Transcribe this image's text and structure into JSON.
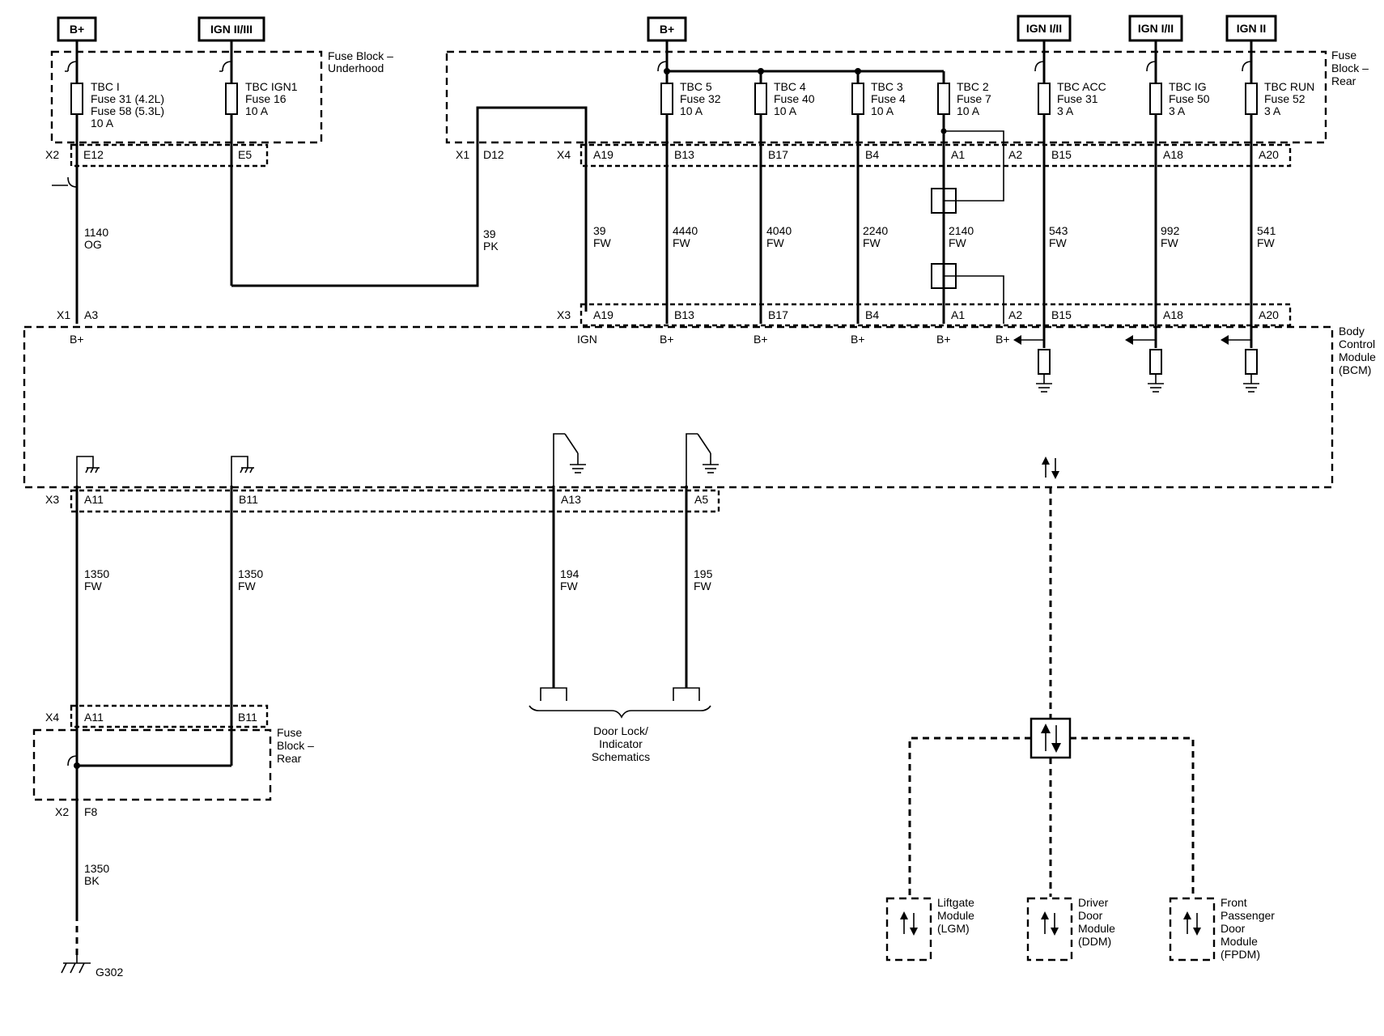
{
  "power_sources": [
    {
      "id": "bplus-left",
      "label": "B+"
    },
    {
      "id": "ign-2-3",
      "label": "IGN II/III"
    },
    {
      "id": "bplus-mid",
      "label": "B+"
    },
    {
      "id": "ign-1-2-acc",
      "label": "IGN I/II"
    },
    {
      "id": "ign-1-2-ig",
      "label": "IGN I/II"
    },
    {
      "id": "ign-2-run",
      "label": "IGN II"
    }
  ],
  "blocks": {
    "fuse_underhood": [
      "Fuse Block –",
      "Underhood"
    ],
    "fuse_rear_top": [
      "Fuse",
      "Block –",
      "Rear"
    ],
    "bcm": [
      "Body",
      "Control",
      "Module",
      "(BCM)"
    ],
    "fuse_rear_bottom": [
      "Fuse",
      "Block –",
      "Rear"
    ]
  },
  "fuses": [
    {
      "lines": [
        "TBC I",
        "Fuse 31 (4.2L)",
        "Fuse 58 (5.3L)",
        "10 A"
      ]
    },
    {
      "lines": [
        "TBC IGN1",
        "Fuse 16",
        "10 A"
      ]
    },
    {
      "lines": [
        "TBC 5",
        "Fuse 32",
        "10 A"
      ]
    },
    {
      "lines": [
        "TBC 4",
        "Fuse 40",
        "10 A"
      ]
    },
    {
      "lines": [
        "TBC 3",
        "Fuse 4",
        "10 A"
      ]
    },
    {
      "lines": [
        "TBC 2",
        "Fuse 7",
        "10 A"
      ]
    },
    {
      "lines": [
        "TBC ACC",
        "Fuse 31",
        "3 A"
      ]
    },
    {
      "lines": [
        "TBC IG",
        "Fuse 50",
        "3 A"
      ]
    },
    {
      "lines": [
        "TBC RUN",
        "Fuse 52",
        "3 A"
      ]
    }
  ],
  "connectors_top": {
    "x2": "X2",
    "e12": "E12",
    "e5": "E5",
    "x1": "X1",
    "d12": "D12",
    "x4": "X4",
    "pins": [
      "A19",
      "B13",
      "B17",
      "B4",
      "A1",
      "A2",
      "B15",
      "A18",
      "A20"
    ]
  },
  "wires_top": [
    {
      "circuit": "1140",
      "color": "OG"
    },
    {
      "circuit": "39",
      "color": "PK"
    },
    {
      "circuit": "39",
      "color": "FW"
    },
    {
      "circuit": "4440",
      "color": "FW"
    },
    {
      "circuit": "4040",
      "color": "FW"
    },
    {
      "circuit": "2240",
      "color": "FW"
    },
    {
      "circuit": "2140",
      "color": "FW"
    },
    {
      "circuit": "543",
      "color": "FW"
    },
    {
      "circuit": "992",
      "color": "FW"
    },
    {
      "circuit": "541",
      "color": "FW"
    }
  ],
  "connectors_bcm_top": {
    "x1": "X1",
    "a3": "A3",
    "x3": "X3",
    "pins": [
      "A19",
      "B13",
      "B17",
      "B4",
      "A1",
      "A2",
      "B15",
      "A18",
      "A20"
    ]
  },
  "bcm_inputs": [
    "B+",
    "IGN",
    "B+",
    "B+",
    "B+",
    "B+",
    "B+"
  ],
  "connectors_bcm_bottom": {
    "x3": "X3",
    "pins": [
      "A11",
      "B11",
      "A13",
      "A5"
    ]
  },
  "wires_bottom": [
    {
      "circuit": "1350",
      "color": "FW"
    },
    {
      "circuit": "1350",
      "color": "FW"
    },
    {
      "circuit": "194",
      "color": "FW"
    },
    {
      "circuit": "195",
      "color": "FW"
    }
  ],
  "door_lock": [
    "Door Lock/",
    "Indicator",
    "Schematics"
  ],
  "connectors_rear_bottom": {
    "x4": "X4",
    "a11": "A11",
    "b11": "B11",
    "x2": "X2",
    "f8": "F8"
  },
  "ground_wire": {
    "circuit": "1350",
    "color": "BK"
  },
  "ground": "G302",
  "modules": {
    "lgm": [
      "Liftgate",
      "Module",
      "(LGM)"
    ],
    "ddm": [
      "Driver",
      "Door",
      "Module",
      "(DDM)"
    ],
    "fpdm": [
      "Front",
      "Passenger",
      "Door",
      "Module",
      "(FPDM)"
    ]
  }
}
